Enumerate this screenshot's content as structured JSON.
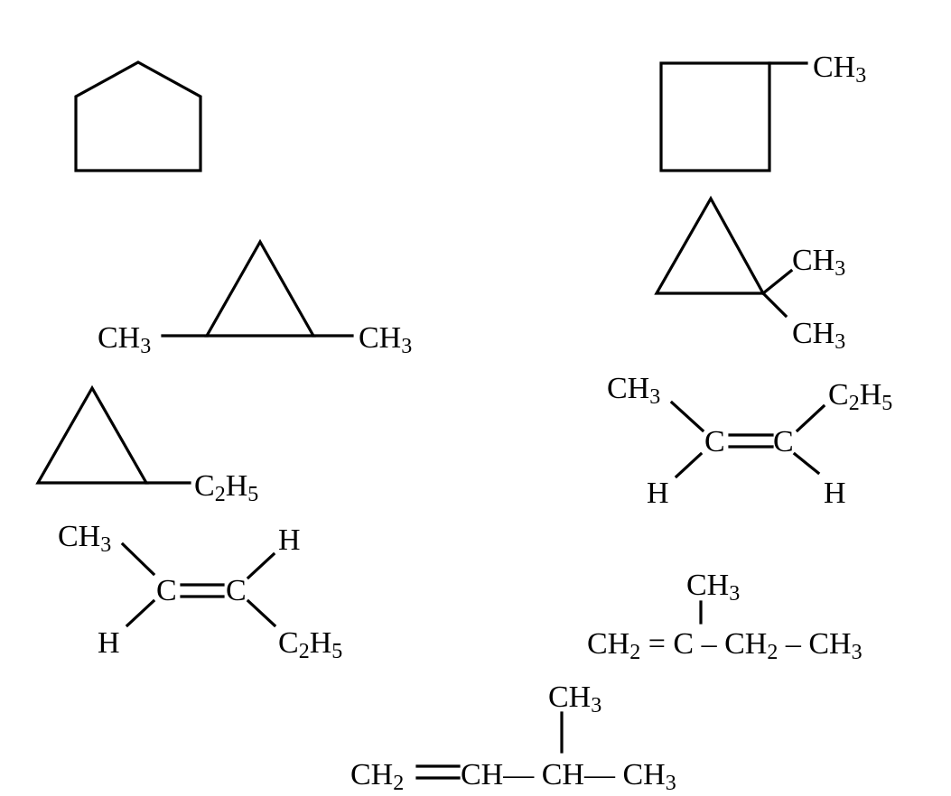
{
  "structures": {
    "methylcyclobutane": {
      "ch3": "CH|3"
    },
    "dimethylcyclopropane_12": {
      "left_ch3": "CH|3",
      "right_ch3": "CH|3"
    },
    "dimethylcyclopropane_11": {
      "top_ch3": "CH|3",
      "bottom_ch3": "CH|3"
    },
    "ethylcyclopropane": {
      "c2h5": "C|2|H|5"
    },
    "cis_pent2ene": {
      "ch3": "CH|3",
      "c1": "C",
      "c2": "C",
      "h_left": "H",
      "c2h5": "C|2|H|5",
      "h_right": "H"
    },
    "trans_pent2ene": {
      "ch3": "CH|3",
      "c1": "C",
      "c2": "C",
      "h_left": "H",
      "h_right": "H",
      "c2h5": "C|2|H|5"
    },
    "methylbutene_2": {
      "ch3_top": "CH|3",
      "ch2_a": "CH|2",
      "eq": "=",
      "c": "C",
      "dash1": "–",
      "ch2_b": "CH|2",
      "dash2": "–",
      "ch3_end": "CH|3"
    },
    "methylbutene_3": {
      "ch3_top": "CH|3",
      "ch2": "CH|2",
      "ch_a": "CH",
      "dash1": "—",
      "ch_b": "CH",
      "dash2": "—",
      "ch3_end": "CH|3"
    }
  }
}
